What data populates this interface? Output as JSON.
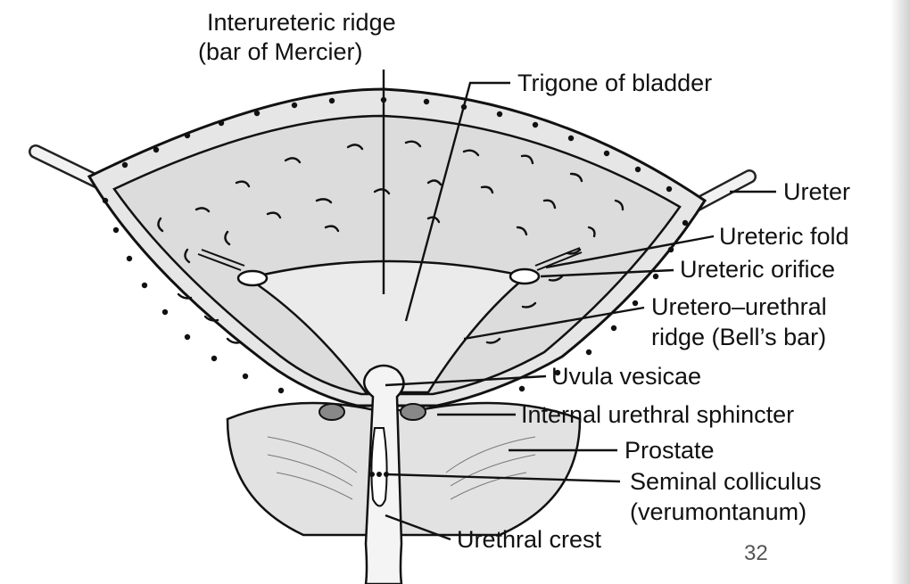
{
  "diagram": {
    "labels": {
      "interureteric_ridge_line1": "Interureteric ridge",
      "interureteric_ridge_line2": "(bar of Mercier)",
      "trigone": "Trigone of bladder",
      "ureter": "Ureter",
      "ureteric_fold": "Ureteric fold",
      "ureteric_orifice": "Ureteric orifice",
      "uretero_urethral_line1": "Uretero–urethral",
      "uretero_urethral_line2": "ridge (Bell’s bar)",
      "uvula": "Uvula vesicae",
      "sphincter": "Internal urethral sphincter",
      "prostate": "Prostate",
      "seminal_line1": "Seminal colliculus",
      "seminal_line2": "(verumontanum)",
      "urethral_crest": "Urethral crest"
    },
    "page_number": "32"
  }
}
